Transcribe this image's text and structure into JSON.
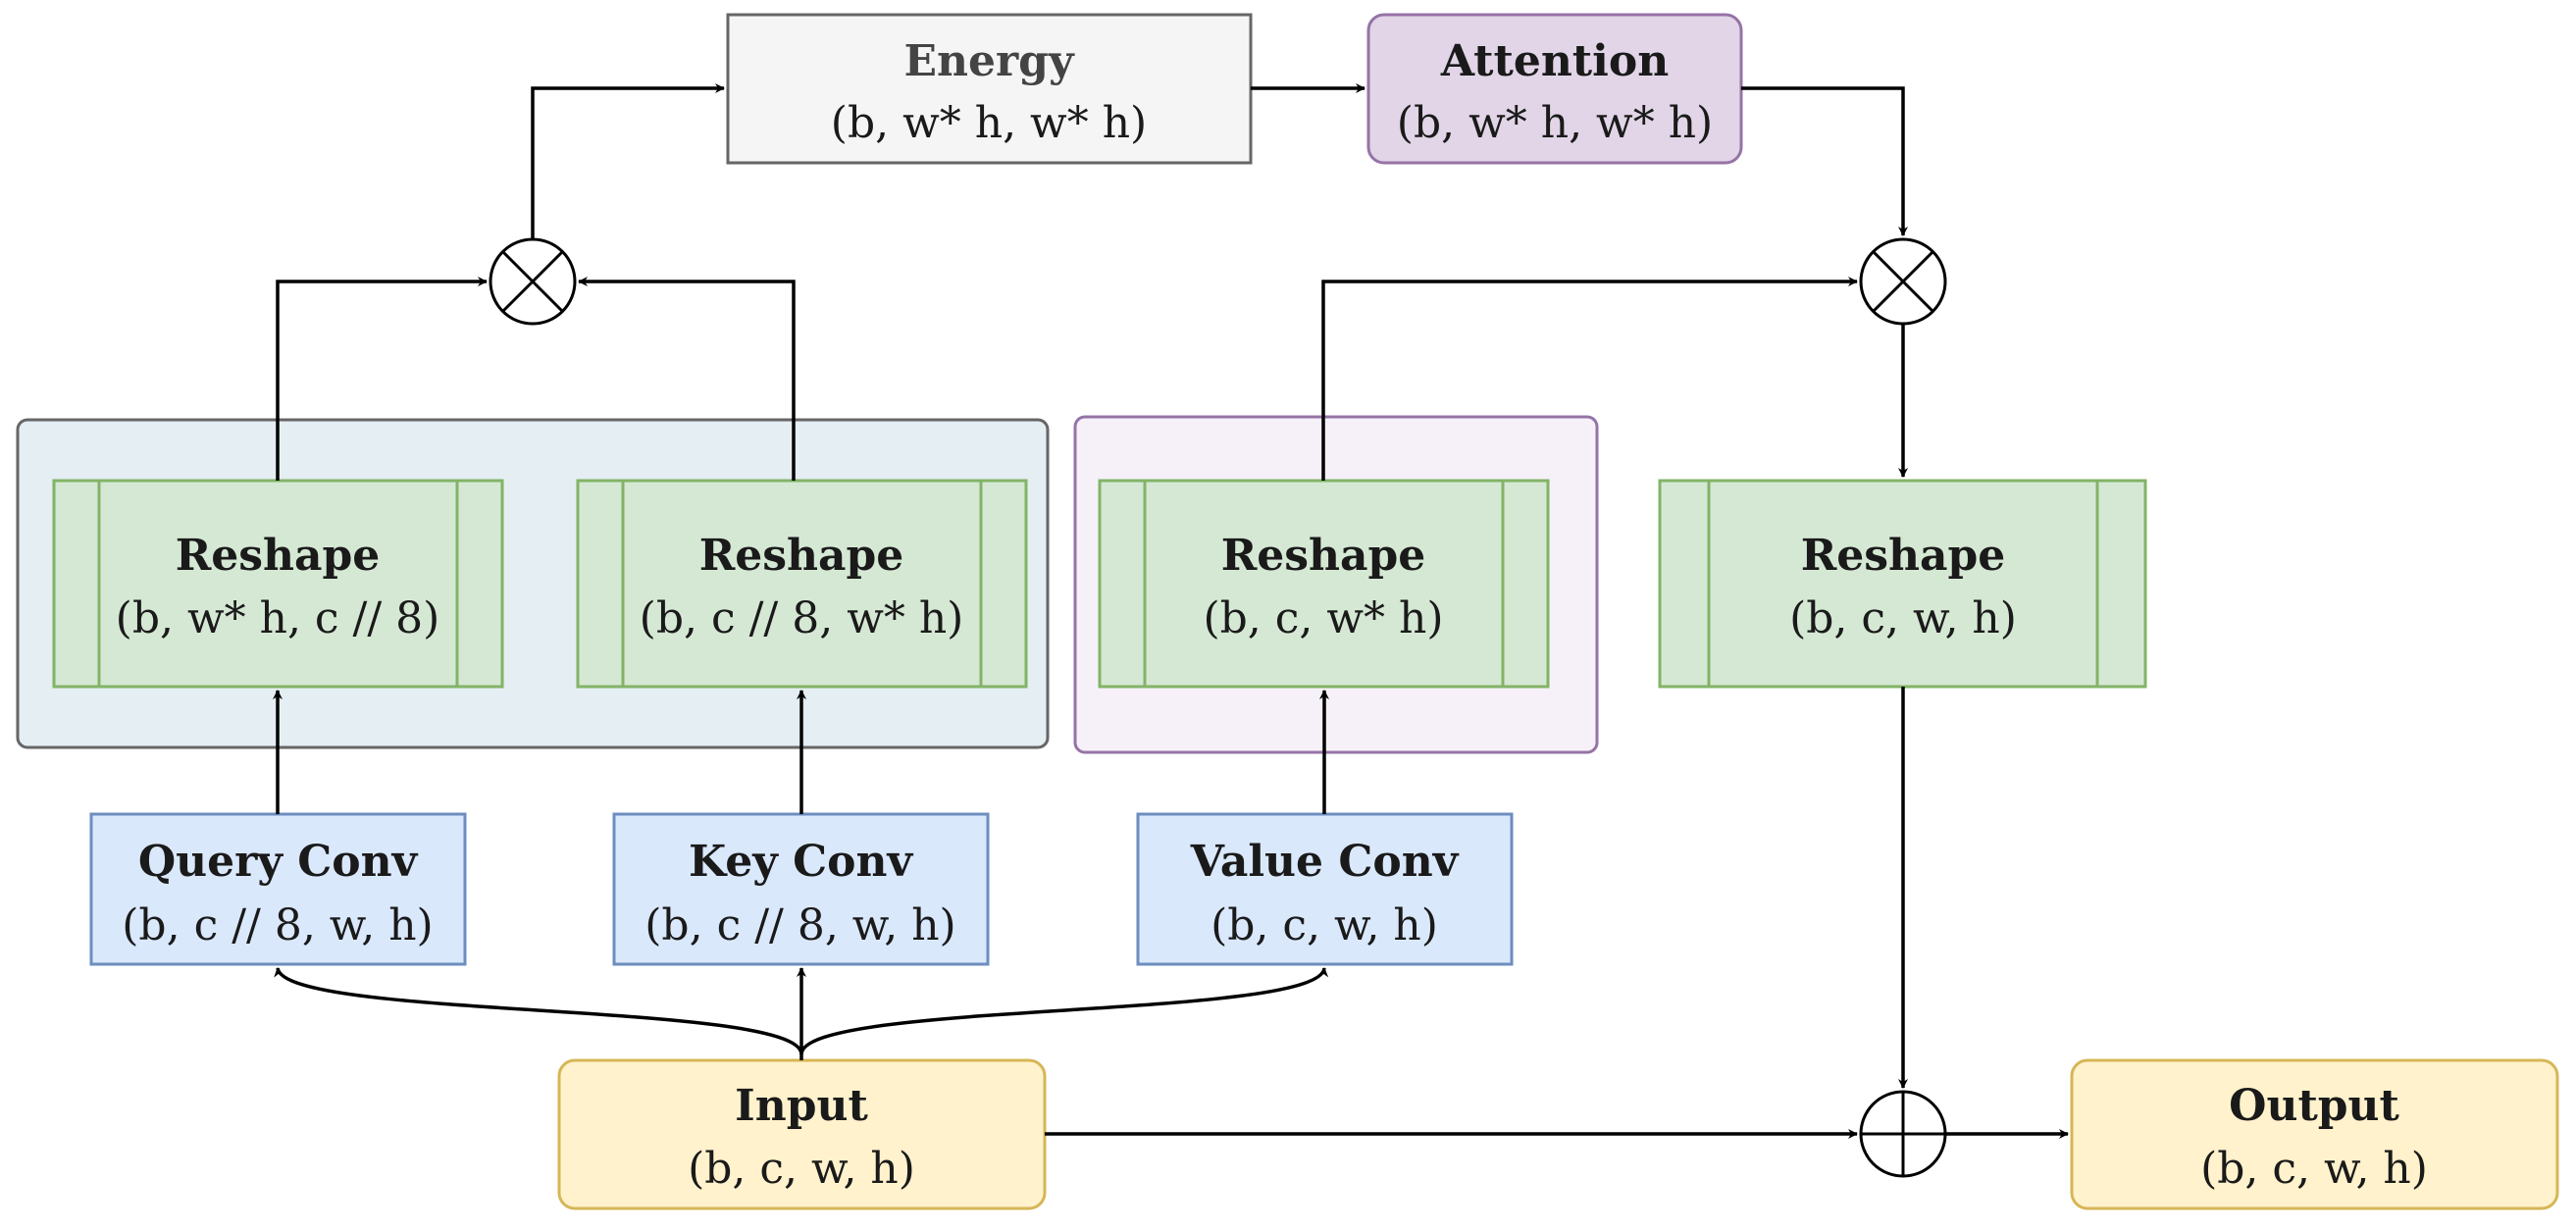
{
  "nodes": {
    "energy": {
      "title": "Energy",
      "shape": "(b, w* h, w* h)"
    },
    "attention": {
      "title": "Attention",
      "shape": "(b, w* h, w* h)"
    },
    "reshape_q": {
      "title": "Reshape",
      "shape": "(b, w* h, c // 8)"
    },
    "reshape_k": {
      "title": "Reshape",
      "shape": "(b, c // 8, w* h)"
    },
    "reshape_v": {
      "title": "Reshape",
      "shape": "(b, c, w* h)"
    },
    "reshape_out": {
      "title": "Reshape",
      "shape": "(b, c, w, h)"
    },
    "query_conv": {
      "title": "Query Conv",
      "shape": "(b, c // 8, w, h)"
    },
    "key_conv": {
      "title": "Key Conv",
      "shape": "(b, c // 8, w, h)"
    },
    "value_conv": {
      "title": "Value Conv",
      "shape": "(b, c, w, h)"
    },
    "input": {
      "title": "Input",
      "shape": "(b, c, w, h)"
    },
    "output": {
      "title": "Output",
      "shape": "(b, c, w, h)"
    }
  },
  "operators": {
    "matmul_qk": "multiply",
    "matmul_av": "multiply",
    "residual_add": "add"
  },
  "colors": {
    "green_fill": "#d5e8d4",
    "green_stroke": "#82b366",
    "blue_fill": "#dae8fc",
    "blue_stroke": "#6c8ebf",
    "yellow_fill": "#fff2cc",
    "yellow_stroke": "#d6b656",
    "purple_fill": "#e1d5e7",
    "purple_stroke": "#9673a6",
    "gray_fill": "#f5f5f5",
    "gray_stroke": "#666666",
    "group_qk_fill": "#e4eef3",
    "group_v_fill": "#f6f1f9"
  }
}
